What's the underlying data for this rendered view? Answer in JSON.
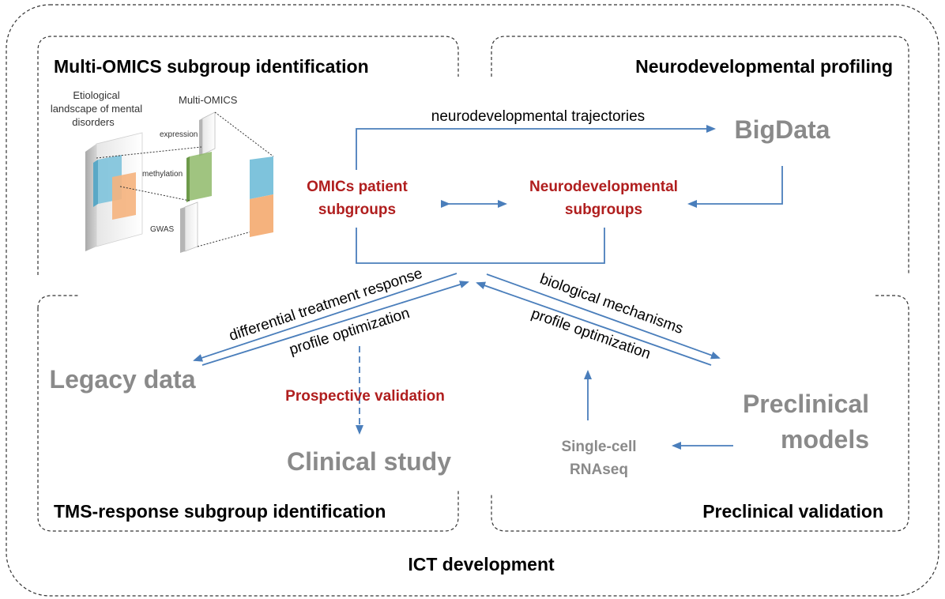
{
  "footer_title": "ICT development",
  "quadrants": {
    "multi_omics": "Multi-OMICS subgroup identification",
    "neurodevelopmental": "Neurodevelopmental profiling",
    "tms_response": "TMS-response subgroup identification",
    "preclinical": "Preclinical validation"
  },
  "illustration": {
    "landscape_line1": "Etiological",
    "landscape_line2": "landscape of mental",
    "landscape_line3": "disorders",
    "multi_omics": "Multi-OMICS",
    "expression": "expression",
    "methylation": "methylation",
    "gwas": "GWAS"
  },
  "nodes": {
    "omics_line1": "OMICs patient",
    "omics_line2": "subgroups",
    "neuro_line1": "Neurodevelopmental",
    "neuro_line2": "subgroups",
    "bigdata": "BigData",
    "legacy": "Legacy data",
    "prospective": "Prospective validation",
    "clinical": "Clinical study",
    "preclinical_line1": "Preclinical",
    "preclinical_line2": "models",
    "singlecell_line1": "Single-cell",
    "singlecell_line2": "RNAseq"
  },
  "edges": {
    "trajectories": "neurodevelopmental trajectories",
    "differential": "differential treatment response",
    "profile_left": "profile optimization",
    "biological": "biological mechanisms",
    "profile_right": "profile optimization"
  },
  "colors": {
    "arrow": "#4a7ebb",
    "red": "#b01e1e",
    "grey": "#8a8a8a",
    "cube_blue": "#7ec3dc",
    "cube_orange": "#f5b27d",
    "cube_green": "#8fba6a"
  }
}
